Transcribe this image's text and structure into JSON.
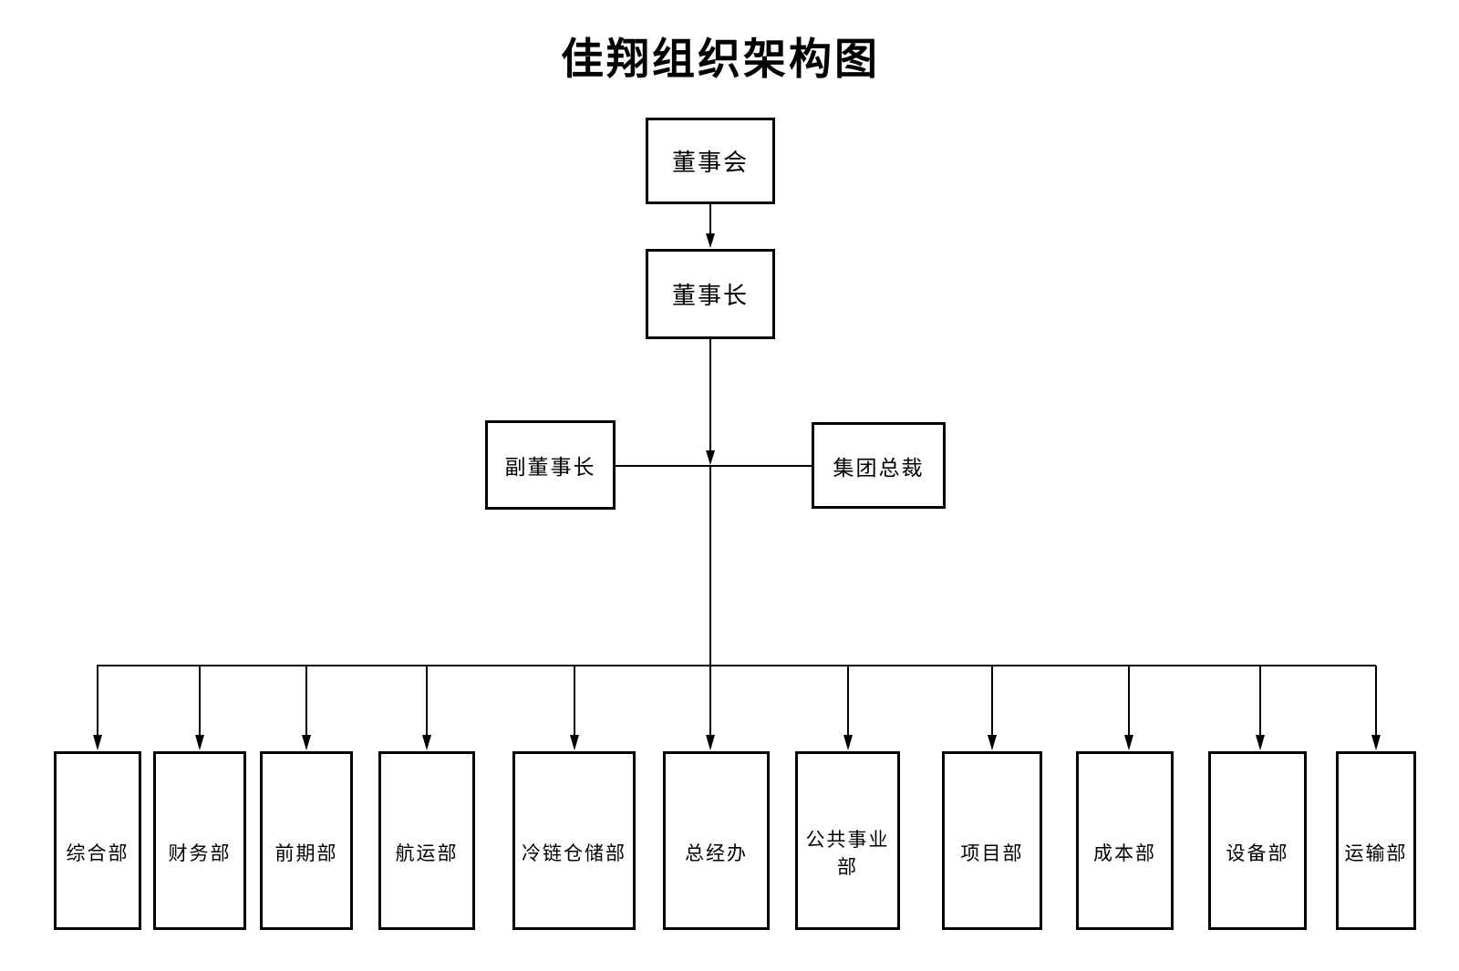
{
  "title": "佳翔组织架构图",
  "org": {
    "board": {
      "label": "董事会"
    },
    "chairman": {
      "label": "董事长"
    },
    "vice_chairman": {
      "label": "副董事长"
    },
    "group_president": {
      "label": "集团总裁"
    },
    "departments": [
      {
        "label": "综合部"
      },
      {
        "label": "财务部"
      },
      {
        "label": "前期部"
      },
      {
        "label": "航运部"
      },
      {
        "label": "冷链仓储部"
      },
      {
        "label": "总经办"
      },
      {
        "label": "公共事业部"
      },
      {
        "label": "项目部"
      },
      {
        "label": "成本部"
      },
      {
        "label": "设备部"
      },
      {
        "label": "运输部"
      }
    ]
  },
  "colors": {
    "background": "#ffffff",
    "line": "#000000",
    "box_border": "#000000",
    "text": "#000000"
  }
}
